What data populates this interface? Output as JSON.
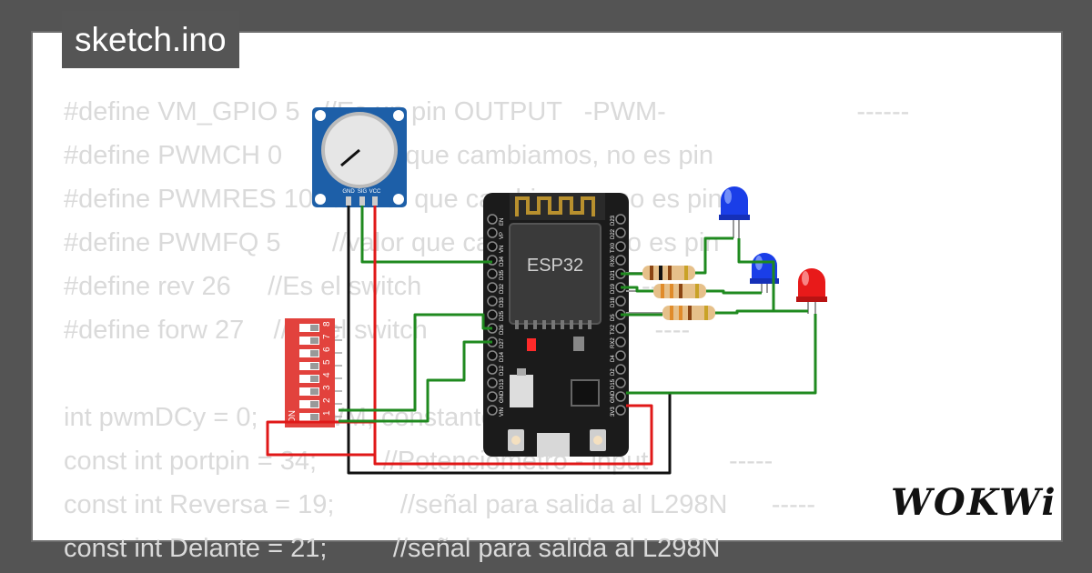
{
  "tab": {
    "label": "sketch.ino"
  },
  "code_lines": [
    "#define VM_GPIO 5   //Es un pin OUTPUT   -PWM-                          ------",
    "#define PWMCH 0      //valor que cambiamos, no es pin",
    "#define PWMRES 10   //valor que cambiamos, no es pin",
    "#define PWMFQ 5       //valor que cambiamos, no es pin",
    "#define rev 26     //Es el switch                              ----",
    "#define forw 27    //Es el switch                               ----",
    "",
    "int pwmDCy = 0;    //PWM, constante",
    "const int portpin = 34;         //Potenciometro - input           -----",
    "const int Reversa = 19;         //señal para salida al L298N      -----",
    "const int Delante = 21;         //señal para salida al L298N"
  ],
  "potentiometer": {
    "pins": [
      "GND",
      "SIG",
      "VCC"
    ]
  },
  "esp32": {
    "label": "ESP32",
    "left_pins": [
      "EN",
      "VP",
      "VN",
      "D34",
      "D35",
      "D32",
      "D33",
      "D25",
      "D26",
      "D27",
      "D14",
      "D12",
      "D13",
      "GND",
      "VIN"
    ],
    "right_pins": [
      "D23",
      "D22",
      "TX0",
      "RX0",
      "D21",
      "D19",
      "D18",
      "D5",
      "TX2",
      "RX2",
      "D4",
      "D2",
      "D15",
      "GND",
      "3V3"
    ]
  },
  "dip_switch": {
    "on_label": "ON",
    "numbers": [
      "1",
      "2",
      "3",
      "4",
      "5",
      "6",
      "7",
      "8"
    ]
  },
  "leds": [
    {
      "name": "led-blue-1",
      "color": "#1a3ee8"
    },
    {
      "name": "led-blue-2",
      "color": "#1a3ee8"
    },
    {
      "name": "led-red",
      "color": "#e81a1a"
    }
  ],
  "colors": {
    "wire_green": "#1f8a1f",
    "wire_red": "#e01818",
    "wire_black": "#111111",
    "board": "#1b1b1b",
    "pot_board": "#1d5fa8",
    "dip_body": "#e2423d"
  },
  "logo": {
    "text": "WOKWi"
  }
}
